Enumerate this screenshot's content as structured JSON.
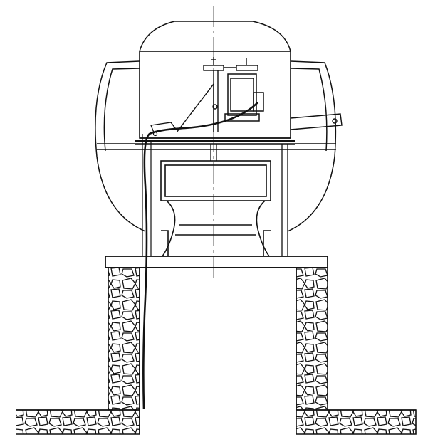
{
  "diagram": {
    "labels": [],
    "colors": {
      "line": "#111111",
      "center_line": "#555555",
      "paper": "#ffffff"
    },
    "parts": [
      "fan-hood",
      "motor-housing",
      "drive-motor",
      "pulley-assembly",
      "fan-wheel",
      "inlet-venturi",
      "base-curb-plate",
      "masonry-curb",
      "power-cable",
      "support-bracket"
    ]
  }
}
